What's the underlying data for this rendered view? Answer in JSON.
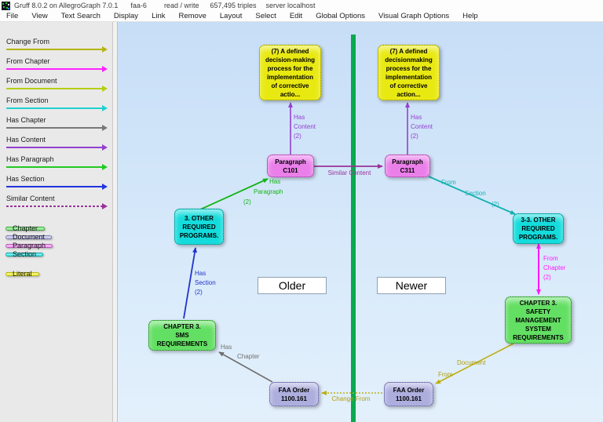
{
  "window": {
    "title": "Gruff 8.0.2 on AllegroGraph 7.0.1",
    "dataset": "faa-6",
    "mode": "read / write",
    "triples": "657,495 triples",
    "server": "server localhost"
  },
  "menu": {
    "items": [
      "File",
      "View",
      "Text Search",
      "Display",
      "Link",
      "Remove",
      "Layout",
      "Select",
      "Edit",
      "Global Options",
      "Visual Graph Options",
      "Help"
    ]
  },
  "legend": {
    "links": [
      {
        "label": "Change From",
        "color": "#b5b512"
      },
      {
        "label": "From Chapter",
        "color": "#ff22ff"
      },
      {
        "label": "From Document",
        "color": "#b5cf12"
      },
      {
        "label": "From Section",
        "color": "#22cfcf"
      },
      {
        "label": "Has Chapter",
        "color": "#787878"
      },
      {
        "label": "Has Content",
        "color": "#9440cf"
      },
      {
        "label": "Has Paragraph",
        "color": "#22c922"
      },
      {
        "label": "Has Section",
        "color": "#2233dd"
      },
      {
        "label": "Similar Content",
        "color": "#993399"
      }
    ],
    "node_types": [
      {
        "label": "Chapter",
        "fill": "#63df63",
        "border": "#1e7a1e"
      },
      {
        "label": "Document",
        "fill": "#aeaede",
        "border": "#55559a"
      },
      {
        "label": "Paragraph",
        "fill": "#ea7fea",
        "border": "#993299"
      },
      {
        "label": "Section",
        "fill": "#14dcdc",
        "border": "#0b7d7d"
      },
      {
        "label": "Literal",
        "fill": "#e9e912",
        "border": "#8a8a0c"
      }
    ]
  },
  "graph": {
    "annotations": {
      "older": "Older",
      "newer": "Newer"
    },
    "nodes": {
      "literal_old": "(7) A defined\ndecision-making\nprocess for the\nimplementation\nof corrective\nactio...",
      "literal_new": "(7) A defined\ndecisionmaking\nprocess for the\nimplementation\nof corrective\naction...",
      "paragraph_old": "Paragraph\nC101",
      "paragraph_new": "Paragraph\nC311",
      "section_old": "3. OTHER\nREQUIRED\nPROGRAMS.",
      "section_new": "3-3. OTHER\nREQUIRED\nPROGRAMS.",
      "chapter_old": "CHAPTER 3.\nSMS\nREQUIREMENTS",
      "chapter_new": "CHAPTER 3.\nSAFETY\nMANAGEMENT\nSYSTEM\nREQUIREMENTS",
      "document_old": "FAA Order\n1100.161",
      "document_new": "FAA Order\n1100.161"
    },
    "edge_labels": {
      "has_content": "Has\nContent\n(2)",
      "similar_content": "Similar Content",
      "has_paragraph": [
        "Has",
        "Paragraph",
        "(2)"
      ],
      "from_section": [
        "From",
        "Section",
        "(2)"
      ],
      "from_chapter": "From\nChapter\n(2)",
      "has_section": "Has\nSection\n(2)",
      "has_chapter": [
        "Has",
        "Chapter"
      ],
      "from_document": [
        "Document",
        "From"
      ],
      "change_from": "Change From"
    }
  }
}
